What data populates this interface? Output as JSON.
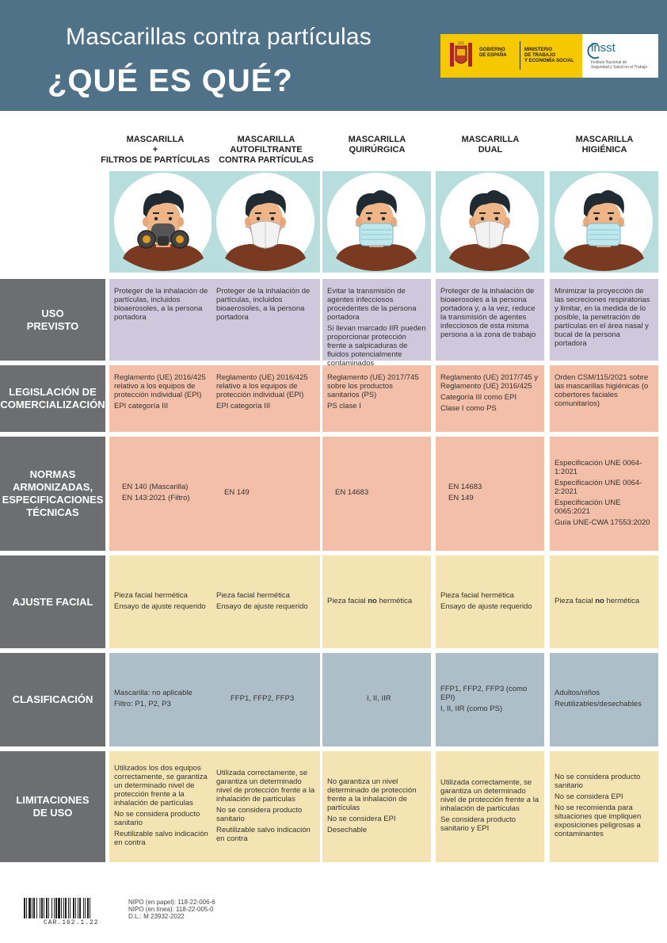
{
  "header": {
    "title_line1": "Mascarillas contra partículas",
    "title_line2": "¿QUÉ ES QUÉ?",
    "gobierno": "GOBIERNO\nDE ESPAÑA",
    "ministerio": "MINISTERIO\nDE TRABAJO\nY ECONOMÍA SOCIAL",
    "insst_logo": "insst",
    "insst_sub": "Instituto Nacional de\nSeguridad y Salud en el Trabajo",
    "colors": {
      "banner": "#4f7289",
      "logo_band": "#f5c800"
    }
  },
  "columns": [
    {
      "title": "MASCARILLA\n+\nFILTROS DE PARTÍCULAS",
      "mask": "respirator"
    },
    {
      "title": "MASCARILLA\nAUTOFILTRANTE\nCONTRA PARTÍCULAS",
      "mask": "ffp"
    },
    {
      "title": "MASCARILLA\nQUIRÚRGICA",
      "mask": "surgical"
    },
    {
      "title": "MASCARILLA\nDUAL",
      "mask": "ffp"
    },
    {
      "title": "MASCARILLA\nHIGIÉNICA",
      "mask": "surgical"
    }
  ],
  "rows": {
    "uso": {
      "label": "USO\nPREVISTO",
      "cells": [
        [
          "Proteger de la inhalación de partículas, incluidos bioaerosoles, a la persona portadora"
        ],
        [
          "Proteger de la inhalación de partículas, incluidos bioaerosoles, a la persona portadora"
        ],
        [
          "Evitar la transmisión de agentes infecciosos procedentes de la persona portadora",
          "Si llevan marcado IIR pueden proporcionar protección frente a salpicaduras de fluidos potencialmente contaminados"
        ],
        [
          "Proteger de la inhalación de bioaerosoles a la persona portadora y, a la vez, reduce la transmisión de agentes infecciosos de esta misma persona a la zona de trabajo"
        ],
        [
          "Minimizar la proyección de las secreciones respiratorias y limitar, en la medida de lo posible, la penetración de partículas en el área nasal y bucal de la persona portadora"
        ]
      ]
    },
    "legis": {
      "label": "LEGISLACIÓN DE COMERCIALIZACIÓN",
      "cells": [
        [
          "Reglamento (UE) 2016/425 relativo a los equipos de protección individual (EPI)",
          "EPI categoría III"
        ],
        [
          "Reglamento (UE) 2016/425 relativo a los equipos de protección individual (EPI)",
          "EPI categoría III"
        ],
        [
          "Reglamento (UE) 2017/745 sobre los productos sanitarios (PS)",
          "PS clase I"
        ],
        [
          "Reglamento (UE) 2017/745 y Reglamento (UE) 2016/425",
          "Categoría III como EPI",
          "Clase I como PS"
        ],
        [
          "Orden CSM/115/2021 sobre las mascarillas higiénicas (o cobertores faciales comunitarios)"
        ]
      ]
    },
    "normas": {
      "label": "NORMAS ARMONIZADAS, ESPECIFICACIONES TÉCNICAS",
      "cells": [
        [
          "EN 140 (Mascarilla)",
          "EN 143:2021 (Filtro)"
        ],
        [
          "EN 149"
        ],
        [
          "EN 14683"
        ],
        [
          "EN 14683",
          "EN 149"
        ],
        [
          "Especificación UNE 0064-1:2021",
          "Especificación UNE 0064-2:2021",
          "Especificación UNE 0065:2021",
          "Guía UNE-CWA 17553:2020"
        ]
      ]
    },
    "ajuste": {
      "label": "AJUSTE FACIAL",
      "cells": [
        [
          "Pieza facial hermética",
          "Ensayo de ajuste requerido"
        ],
        [
          "Pieza facial hermética",
          "Ensayo de ajuste requerido"
        ],
        [
          "Pieza facial no hermética"
        ],
        [
          "Pieza facial hermética",
          "Ensayo de ajuste requerido"
        ],
        [
          "Pieza facial no hermética"
        ]
      ]
    },
    "clasif": {
      "label": "CLASIFICACIÓN",
      "cells": [
        [
          "Mascarilla: no aplicable",
          "Filtro: P1, P2, P3"
        ],
        [
          "FFP1, FFP2, FFP3"
        ],
        [
          "I, II, IIR"
        ],
        [
          "FFP1, FFP2, FFP3 (como EPI)",
          "I, II, IIR (como PS)"
        ],
        [
          "Adultos/niños",
          "Reutilizables/desechables"
        ]
      ]
    },
    "limit": {
      "label": "LIMITACIONES\nDE USO",
      "cells": [
        [
          "Utilizados los dos equipos correctamente, se garantiza un determinado nivel de protección frente a la inhalación de partículas",
          "No se considera producto sanitario",
          "Reutilizable salvo indicación en contra"
        ],
        [
          "Utilizada correctamente, se garantiza un determinado nivel de protección frente a la inhalación de partículas",
          "No se considera producto sanitario",
          "Reutilizable salvo indicación en contra"
        ],
        [
          "No garantiza un nivel determinado de protección frente a la inhalación de partículas",
          "No se considera EPI",
          "Desechable"
        ],
        [
          "Utilizada correctamente, se garantiza un determinado nivel de protección frente a la inhalación de partículas",
          "Se considera producto sanitario y EPI"
        ],
        [
          "No se considera producto sanitario",
          "No se considera EPI",
          "No se recomienda para situaciones que impliquen exposiciones peligrosas a contaminantes"
        ]
      ]
    }
  },
  "footer": {
    "barcode_number": "CAR.162.1.22",
    "nipo_papel": "NIPO (en papel):  118-22-006-6",
    "nipo_linea": "NIPO  (en línea):  118-22-005-0",
    "dl": "D.L.: M 23932-2022"
  }
}
